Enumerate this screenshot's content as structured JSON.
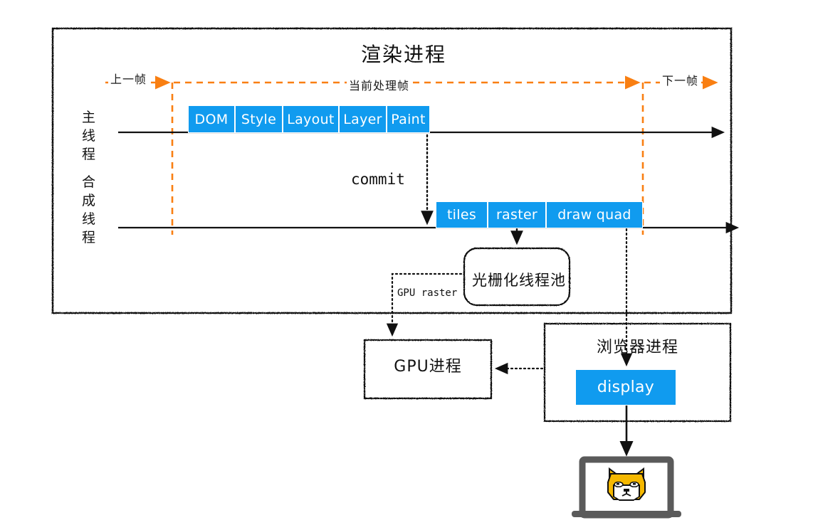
{
  "diagram": {
    "renderer_process": {
      "title": "渲染进程",
      "frame_labels": {
        "prev": "上一帧",
        "current": "当前处理帧",
        "next": "下一帧"
      },
      "lanes": [
        {
          "name": "main-thread",
          "label": "主线程"
        },
        {
          "name": "compositor-thread",
          "label": "合成线程"
        }
      ],
      "main_thread_steps": [
        {
          "label": "DOM"
        },
        {
          "label": "Style"
        },
        {
          "label": "Layout"
        },
        {
          "label": "Layer"
        },
        {
          "label": "Paint"
        }
      ],
      "commit_label": "commit",
      "compositor_steps": [
        {
          "label": "tiles"
        },
        {
          "label": "raster"
        },
        {
          "label": "draw quad"
        }
      ],
      "raster_pool_label": "光栅化线程池",
      "gpu_raster_label": "GPU raster"
    },
    "gpu_process": {
      "title": "GPU进程"
    },
    "browser_process": {
      "title": "浏览器进程",
      "display_label": "display"
    },
    "device": {
      "name": "laptop-screen",
      "avatar": "shiba-face"
    }
  },
  "colors": {
    "accent_blue": "#109bef",
    "accent_orange": "#f97f12",
    "ink": "#111111",
    "doge_orange": "#f5b800",
    "laptop_gray": "#5a5a5a"
  }
}
